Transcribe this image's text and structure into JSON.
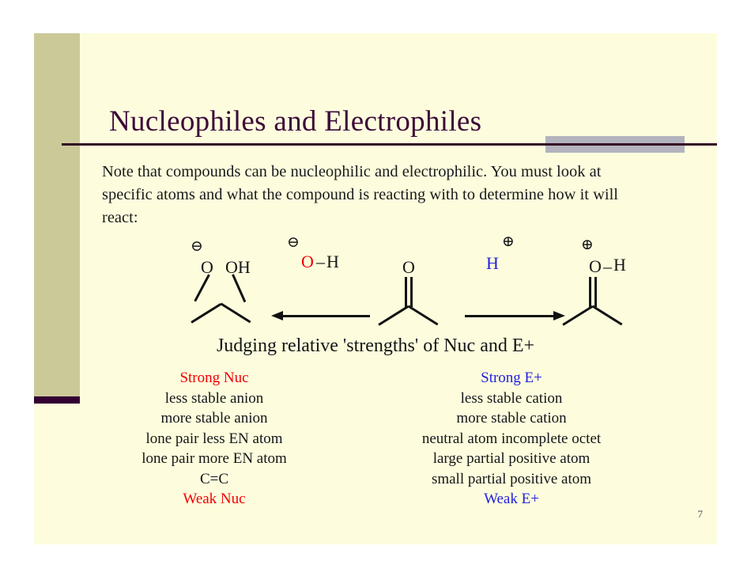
{
  "slide": {
    "title": "Nucleophiles and Electrophiles",
    "page_number": "7",
    "body_text": "Note that compounds can be nucleophilic and electrophilic.  You must look at specific atoms and what the compound is reacting with to determine how it will react:",
    "colors": {
      "background": "#fdfdde",
      "side_band": "#ccc999",
      "side_band_foot": "#330033",
      "rule": "#330a22",
      "rule_block": "#b3b3bd",
      "title": "#3d0a38",
      "nucleophile_red": "#f20000",
      "electrophile_blue": "#2222dd"
    }
  },
  "scheme": {
    "center_molecule": {
      "name": "acetone",
      "oxygen_label": "O"
    },
    "left_molecule": {
      "name": "alkoxide-tetrahedral-intermediate",
      "oxygen_anion_label": "O",
      "anion_charge": "⊖",
      "hydroxyl_label": "OH"
    },
    "right_molecule": {
      "name": "protonated-acetone",
      "oxygen_label": "O",
      "cation_charge": "⊕",
      "hydrogen_label": "H",
      "bond_dash": "–"
    },
    "left_reagent": {
      "name": "hydroxide",
      "charge": "⊖",
      "atom": "O",
      "bond_dash": "–",
      "hydrogen": "H"
    },
    "right_reagent": {
      "name": "proton",
      "charge": "⊕",
      "atom": "H"
    },
    "left_arrow_direction": "left",
    "right_arrow_direction": "right"
  },
  "judging": {
    "heading": "Judging relative 'strengths' of Nuc and E+",
    "nucleophile_column": {
      "strong_label": "Strong Nuc",
      "items": [
        "less stable anion",
        "more stable anion",
        "lone pair less EN atom",
        "lone pair more EN atom",
        "C=C"
      ],
      "weak_label": "Weak Nuc"
    },
    "electrophile_column": {
      "strong_label": "Strong E+",
      "items": [
        "less stable cation",
        "more stable cation",
        "neutral atom incomplete octet",
        "large partial positive atom",
        "small partial positive atom"
      ],
      "weak_label": "Weak E+"
    }
  }
}
